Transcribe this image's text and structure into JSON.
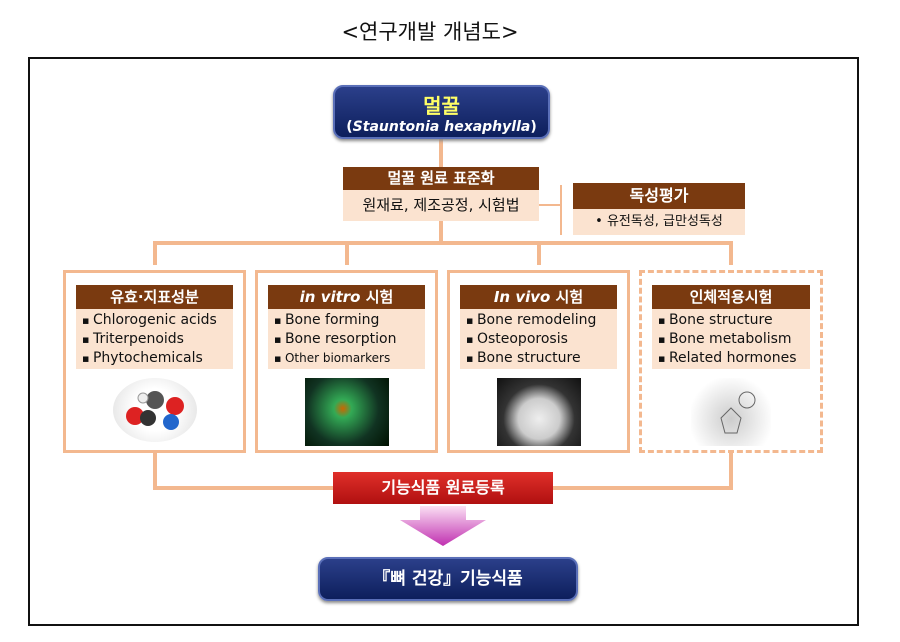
{
  "title": "<연구개발 개념도>",
  "plant": {
    "korean": "멀꿀",
    "scientific_open": "(",
    "scientific": "Stauntonia hexaphylla",
    "scientific_close": ")"
  },
  "standardization": {
    "header": "멀꿀 원료 표준화",
    "body": "원재료, 제조공정, 시험법"
  },
  "toxicity": {
    "header": "독성평가",
    "body": "• 유전독성, 급만성독성"
  },
  "cards": [
    {
      "header": "유효·지표성분",
      "items": [
        "Chlorogenic acids",
        "Triterpenoids",
        "Phytochemicals"
      ],
      "image": "molecule-image"
    },
    {
      "header_italic": "in vitro",
      "header_rest": " 시험",
      "items": [
        "Bone forming",
        "Bone resorption",
        "Other biomarkers"
      ],
      "image": "cell-microscopy-image"
    },
    {
      "header_italic": "In vivo",
      "header_rest": " 시험",
      "items": [
        "Bone remodeling",
        "Osteoporosis",
        "Bone structure"
      ],
      "image": "mouse-image"
    },
    {
      "header": "인체적용시험",
      "items": [
        "Bone structure",
        "Bone metabolism",
        "Related hormones"
      ],
      "image": "human-body-image"
    }
  ],
  "registration": "기능식품 원료등록",
  "final": "『뼈 건강』기능식품"
}
